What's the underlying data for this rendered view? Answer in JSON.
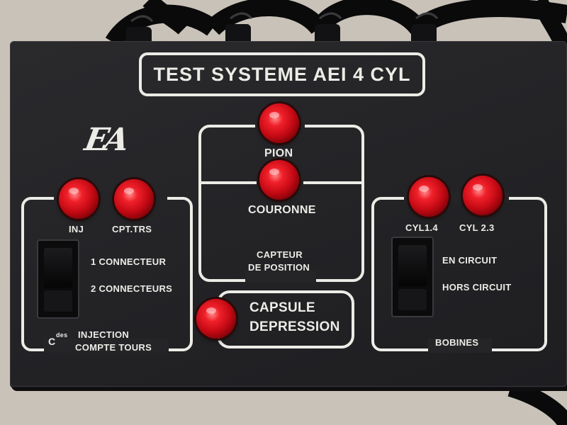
{
  "device": {
    "title": "TEST SYSTEME  AEI 4  CYL",
    "logo": "EA",
    "colors": {
      "panel": "#232326",
      "print": "#ecebe6",
      "led": "#e0141e",
      "background": "#c9c2b8"
    }
  },
  "left_section": {
    "led_inj_label": "INJ",
    "led_cpt_label": "CPT.TRS",
    "switch_upper_label": "1 CONNECTEUR",
    "switch_lower_label": "2 CONNECTEURS",
    "footer_prefix": "C",
    "footer_superscript": "des",
    "footer_line1": "INJECTION",
    "footer_line2": "COMPTE TOURS"
  },
  "center_section": {
    "led_pion_label": "PION",
    "led_couronne_label": "COURONNE",
    "footer_line1": "CAPTEUR",
    "footer_line2": "DE POSITION"
  },
  "capsule_section": {
    "line1": "CAPSULE",
    "line2": "DEPRESSION"
  },
  "right_section": {
    "led_cyl14_label": "CYL1.4",
    "led_cyl23_label": "CYL 2.3",
    "switch_upper_label": "EN CIRCUIT",
    "switch_lower_label": "HORS CIRCUIT",
    "footer": "BOBINES"
  }
}
